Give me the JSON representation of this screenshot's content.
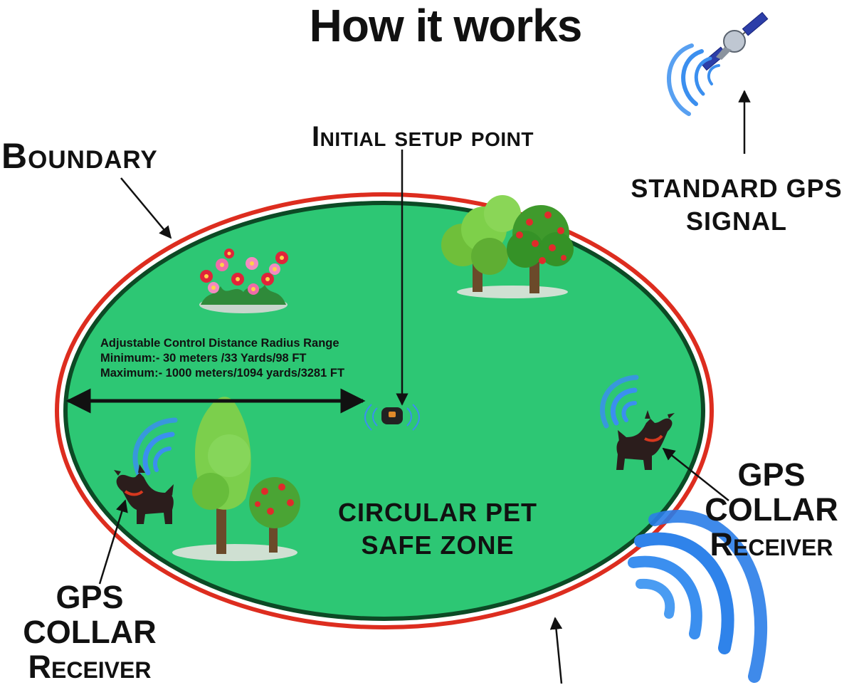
{
  "title": "How it works",
  "labels": {
    "boundary": "Boundary",
    "initial_setup_point": "Initial setup point",
    "standard_gps_signal": "STANDARD GPS SIGNAL",
    "zone": "CIRCULAR PET SAFE ZONE",
    "collar_right": "GPS COLLAR Receiver",
    "collar_left": "GPS COLLAR Receiver"
  },
  "radius_note": {
    "heading": "Adjustable Control Distance Radius Range",
    "minimum": "Minimum:- 30 meters /33 Yards/98 FT",
    "maximum": "Maximum:- 1000 meters/1094 yards/3281 FT"
  },
  "icons": [
    "satellite-icon",
    "signal-waves-icon",
    "gps-base-unit-icon",
    "dog-icon",
    "tree-icon",
    "apple-tree-icon",
    "flower-bush-icon"
  ],
  "colors": {
    "zone_fill": "#2dc774",
    "zone_edge": "#0c4a25",
    "boundary_ring": "#dd2d1f",
    "signal_blue": "#3b8fef",
    "text": "#111111"
  }
}
